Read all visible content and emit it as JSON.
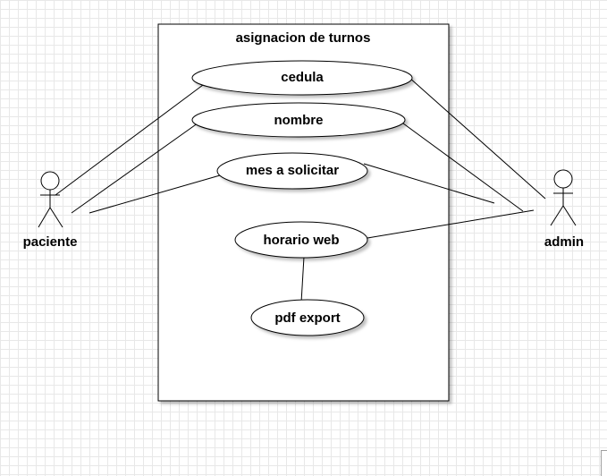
{
  "system": {
    "title": "asignacion de turnos"
  },
  "actors": {
    "paciente": "paciente",
    "admin": "admin"
  },
  "use_cases": {
    "cedula": "cedula",
    "nombre": "nombre",
    "mes": "mes a solicitar",
    "horario": "horario web",
    "pdf": "pdf export"
  }
}
